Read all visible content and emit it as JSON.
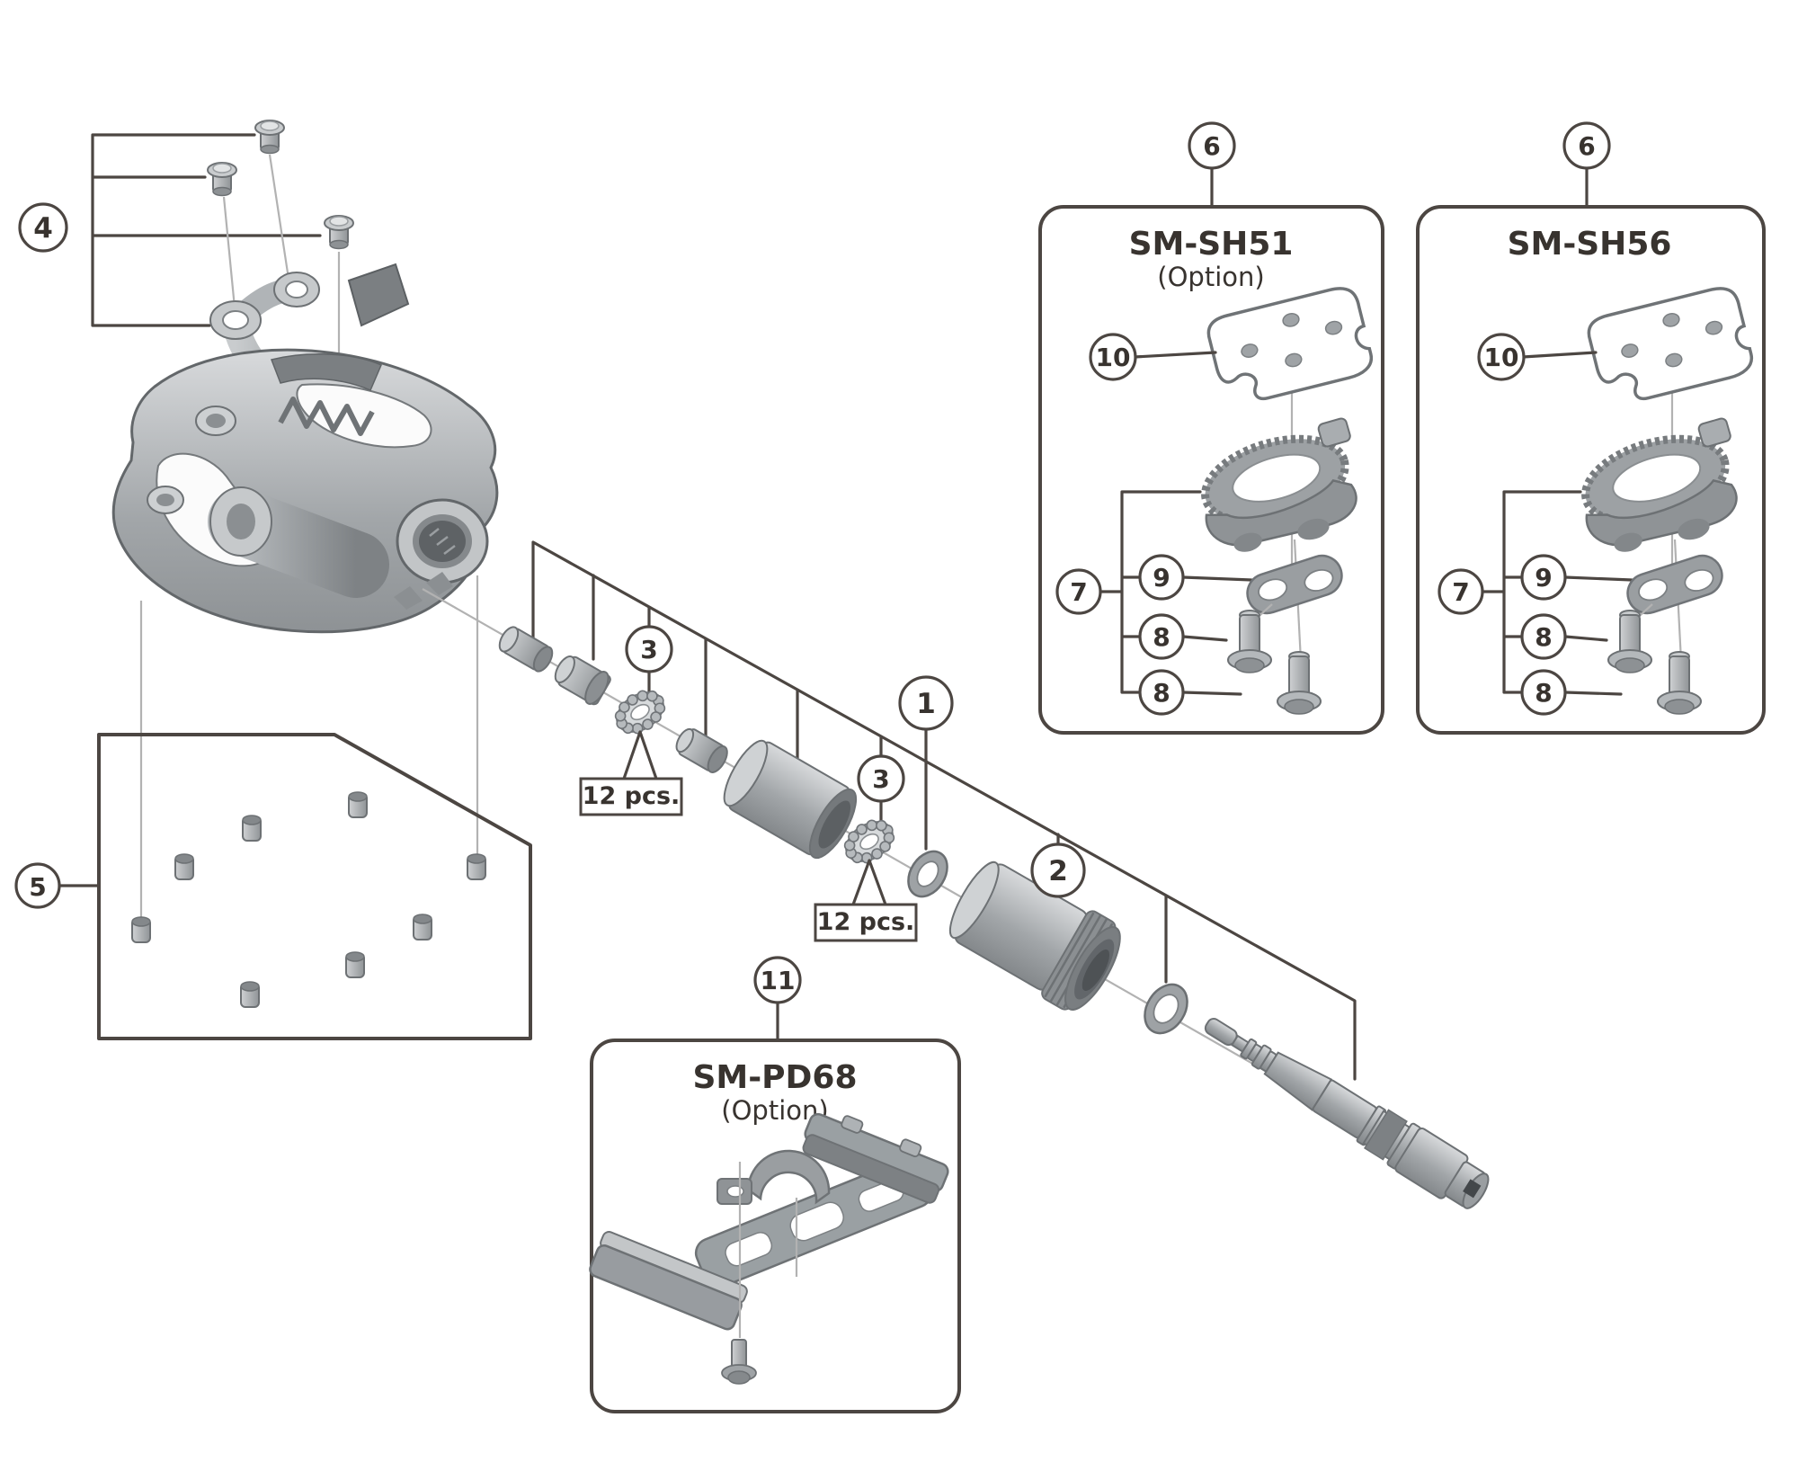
{
  "theme": {
    "line": "#4c4642",
    "leader": "#b2b2b2",
    "ink": "#38332f",
    "paper": "#ffffff",
    "metal_light": "#d8dadc",
    "metal_mid": "#a2a6a9",
    "metal_dark": "#7a7e81"
  },
  "callouts": {
    "axle_assembly": "1",
    "axle_cone": "2",
    "ball_retainer_left": "3",
    "ball_retainer_right": "3",
    "cage_fixing_screws": "4",
    "pin_set": "5",
    "cleat_set_sh51": "6",
    "cleat_set_sh56": "6",
    "cleat_body_sh51": "7",
    "cleat_body_sh56": "7",
    "cleat_bolt_sh51_a": "8",
    "cleat_bolt_sh51_b": "8",
    "cleat_bolt_sh56_a": "8",
    "cleat_bolt_sh56_b": "8",
    "cleat_washer_sh51": "9",
    "cleat_washer_sh56": "9",
    "cleat_nut_plate_sh51": "10",
    "cleat_nut_plate_sh56": "10",
    "reflector_unit": "11"
  },
  "notes": {
    "retainer_qty_left": "12 pcs.",
    "retainer_qty_right": "12 pcs."
  },
  "boxes": {
    "sh51": {
      "title": "SM-SH51",
      "subtitle": "(Option)"
    },
    "sh56": {
      "title": "SM-SH56",
      "subtitle": ""
    },
    "pd68": {
      "title": "SM-PD68",
      "subtitle": "(Option)"
    }
  }
}
